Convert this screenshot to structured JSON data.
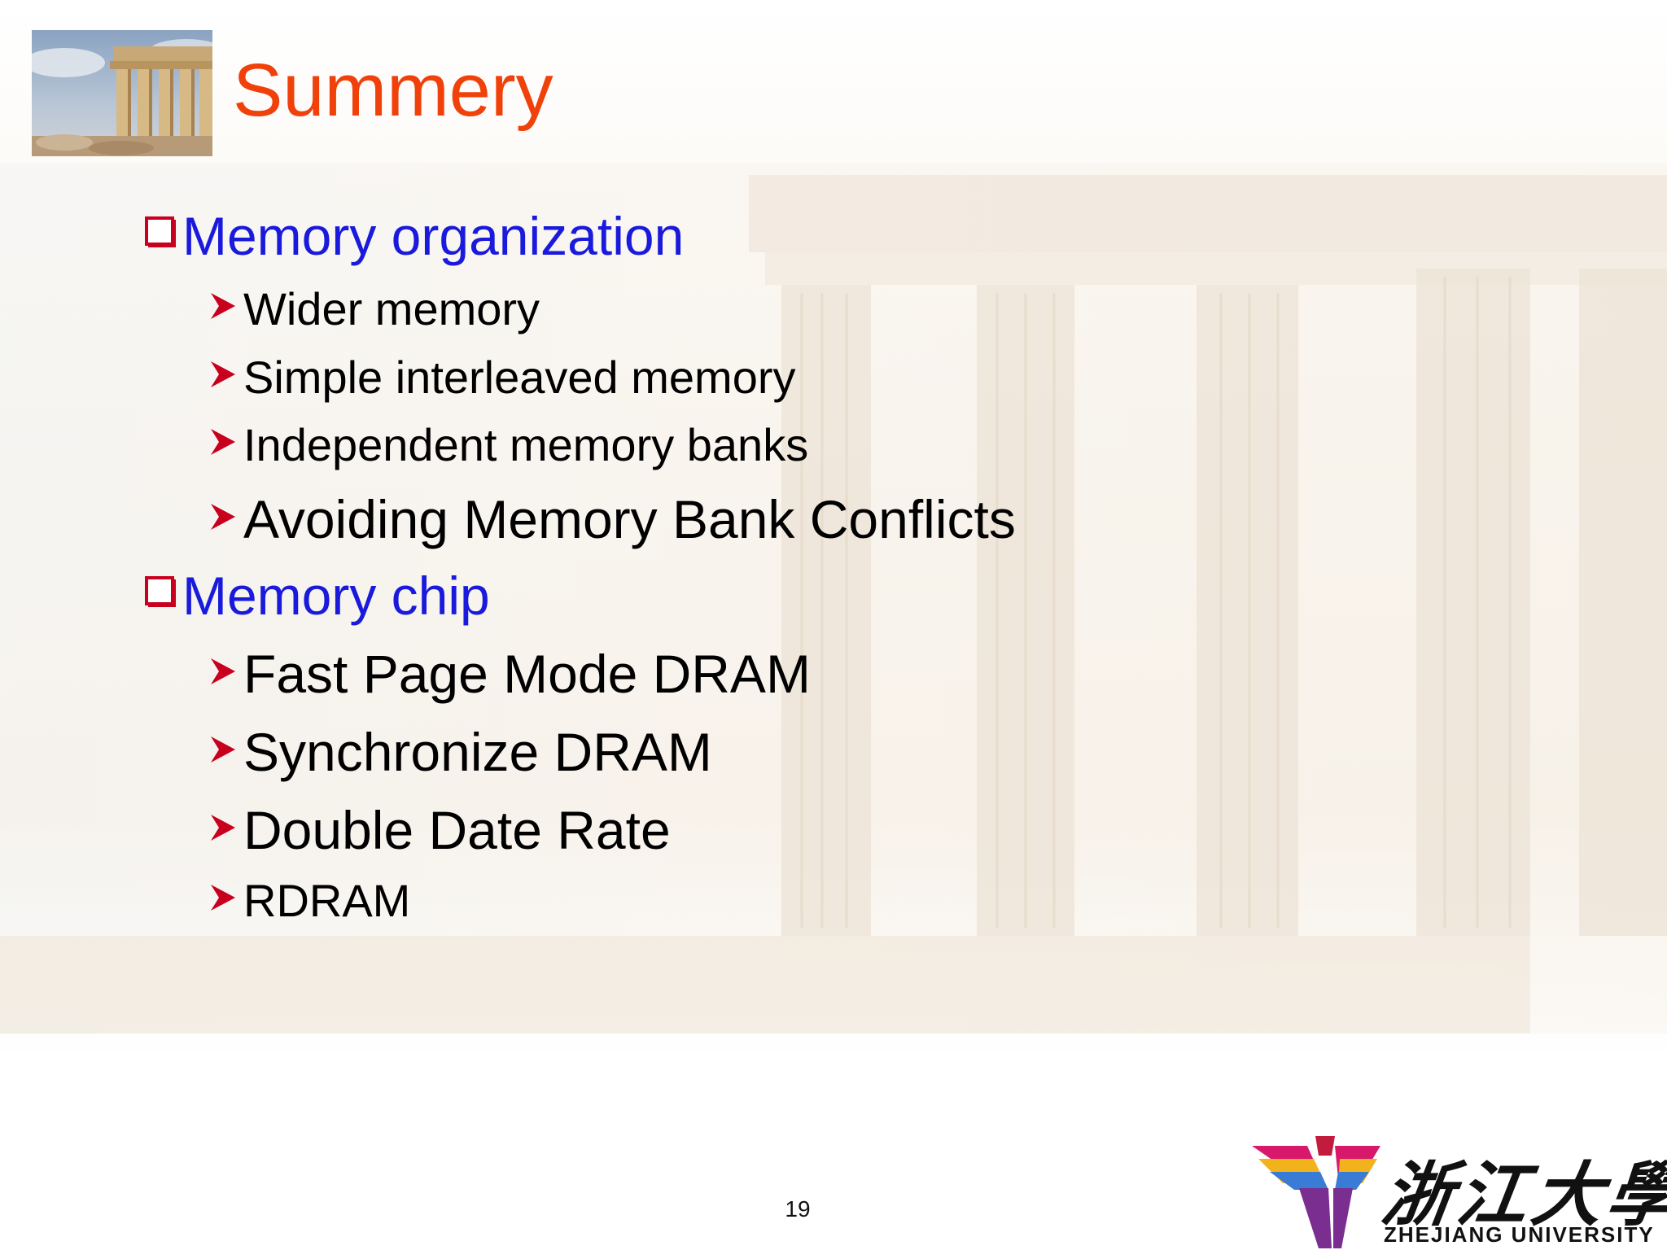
{
  "slide": {
    "title": "Summery",
    "page_number": "19"
  },
  "outline": [
    {
      "label": "Memory organization",
      "items": [
        {
          "label": "Wider memory",
          "size": "small"
        },
        {
          "label": "Simple interleaved memory",
          "size": "small"
        },
        {
          "label": "Independent memory banks",
          "size": "small"
        },
        {
          "label": "Avoiding Memory Bank Conflicts",
          "size": "big"
        }
      ]
    },
    {
      "label": "Memory chip",
      "items": [
        {
          "label": "Fast Page Mode DRAM",
          "size": "big"
        },
        {
          "label": "Synchronize DRAM",
          "size": "big"
        },
        {
          "label": "Double Date Rate",
          "size": "big"
        },
        {
          "label": "RDRAM",
          "size": "small"
        }
      ]
    }
  ],
  "logo": {
    "name_cn": "浙江大學",
    "name_en": "ZHEJIANG UNIVERSITY"
  },
  "colors": {
    "title": "#f0410b",
    "level1_text": "#1a1adc",
    "level2_text": "#000000",
    "bullet": "#c8001e"
  },
  "icons": {
    "level1_bullet": "hollow-square-bullet-icon",
    "level2_bullet": "arrowhead-bullet-icon"
  }
}
